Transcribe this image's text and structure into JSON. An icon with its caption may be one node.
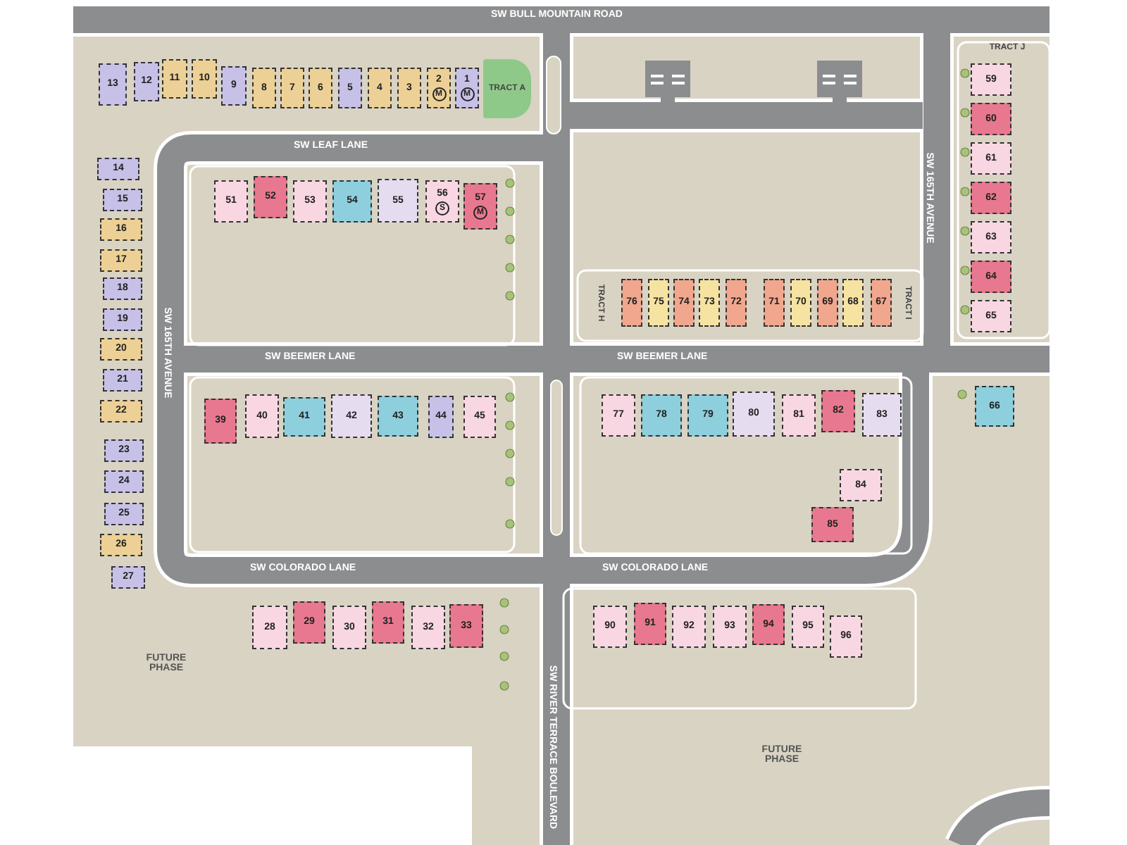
{
  "diagram": {
    "nodes": [
      {
        "text": [
          "13"
        ]
      },
      {
        "text": [
          "12"
        ]
      },
      {
        "text": [
          "11"
        ]
      },
      {
        "text": [
          "10"
        ]
      },
      {
        "text": [
          "9"
        ]
      },
      {
        "text": [
          "8"
        ]
      },
      {
        "text": [
          "7"
        ]
      },
      {
        "text": [
          "6"
        ]
      },
      {
        "text": [
          "5"
        ]
      },
      {
        "text": [
          "4"
        ]
      },
      {
        "text": [
          "3"
        ]
      },
      {
        "text": [
          "2",
          "M"
        ]
      },
      {
        "text": [
          "1",
          "M"
        ]
      },
      {
        "text": [
          "TRACT A"
        ]
      },
      {
        "text": [
          "TRACT J"
        ]
      },
      {
        "text": [
          "59"
        ]
      },
      {
        "text": [
          "60"
        ]
      },
      {
        "text": [
          "61"
        ]
      },
      {
        "text": [
          "62"
        ]
      },
      {
        "text": [
          "63"
        ]
      },
      {
        "text": [
          "64"
        ]
      },
      {
        "text": [
          "65"
        ]
      },
      {
        "text": [
          "14"
        ]
      },
      {
        "text": [
          "15"
        ]
      },
      {
        "text": [
          "16"
        ]
      },
      {
        "text": [
          "17"
        ]
      },
      {
        "text": [
          "18"
        ]
      },
      {
        "text": [
          "19"
        ]
      },
      {
        "text": [
          "20"
        ]
      },
      {
        "text": [
          "21"
        ]
      },
      {
        "text": [
          "22"
        ]
      },
      {
        "text": [
          "23"
        ]
      },
      {
        "text": [
          "24"
        ]
      },
      {
        "text": [
          "25"
        ]
      },
      {
        "text": [
          "26"
        ]
      },
      {
        "text": [
          "27"
        ]
      },
      {
        "text": [
          "51"
        ]
      },
      {
        "text": [
          "52"
        ]
      },
      {
        "text": [
          "53"
        ]
      },
      {
        "text": [
          "54"
        ]
      },
      {
        "text": [
          "55"
        ]
      },
      {
        "text": [
          "56",
          "S"
        ]
      },
      {
        "text": [
          "57",
          "M"
        ]
      },
      {
        "text": [
          "TRACT H"
        ]
      },
      {
        "text": [
          "76"
        ]
      },
      {
        "text": [
          "75"
        ]
      },
      {
        "text": [
          "74"
        ]
      },
      {
        "text": [
          "73"
        ]
      },
      {
        "text": [
          "72"
        ]
      },
      {
        "text": [
          "71"
        ]
      },
      {
        "text": [
          "70"
        ]
      },
      {
        "text": [
          "69"
        ]
      },
      {
        "text": [
          "68"
        ]
      },
      {
        "text": [
          "67"
        ]
      },
      {
        "text": [
          "TRACT I"
        ]
      },
      {
        "text": [
          "39"
        ]
      },
      {
        "text": [
          "40"
        ]
      },
      {
        "text": [
          "41"
        ]
      },
      {
        "text": [
          "42"
        ]
      },
      {
        "text": [
          "43"
        ]
      },
      {
        "text": [
          "44"
        ]
      },
      {
        "text": [
          "45"
        ]
      },
      {
        "text": [
          "77"
        ]
      },
      {
        "text": [
          "78"
        ]
      },
      {
        "text": [
          "79"
        ]
      },
      {
        "text": [
          "80"
        ]
      },
      {
        "text": [
          "81"
        ]
      },
      {
        "text": [
          "82"
        ]
      },
      {
        "text": [
          "83"
        ]
      },
      {
        "text": [
          "66"
        ]
      },
      {
        "text": [
          "84"
        ]
      },
      {
        "text": [
          "85"
        ]
      },
      {
        "text": [
          "28"
        ]
      },
      {
        "text": [
          "29"
        ]
      },
      {
        "text": [
          "30"
        ]
      },
      {
        "text": [
          "31"
        ]
      },
      {
        "text": [
          "32"
        ]
      },
      {
        "text": [
          "33"
        ]
      },
      {
        "text": [
          "90"
        ]
      },
      {
        "text": [
          "91"
        ]
      },
      {
        "text": [
          "92"
        ]
      },
      {
        "text": [
          "93"
        ]
      },
      {
        "text": [
          "94"
        ]
      },
      {
        "text": [
          "95"
        ]
      },
      {
        "text": [
          "96"
        ]
      }
    ],
    "labels": [
      "SW BULL MOUNTAIN ROAD",
      "SW LEAF LANE",
      "SW 165TH AVENUE",
      "SW 165TH AVENUE",
      "SW BEEMER LANE",
      "SW BEEMER LANE",
      "SW COLORADO LANE",
      "SW COLORADO LANE",
      "FUTURE PHASE",
      "SW RIVER TERRACE BOULEVARD",
      "FUTURE PHASE"
    ]
  }
}
